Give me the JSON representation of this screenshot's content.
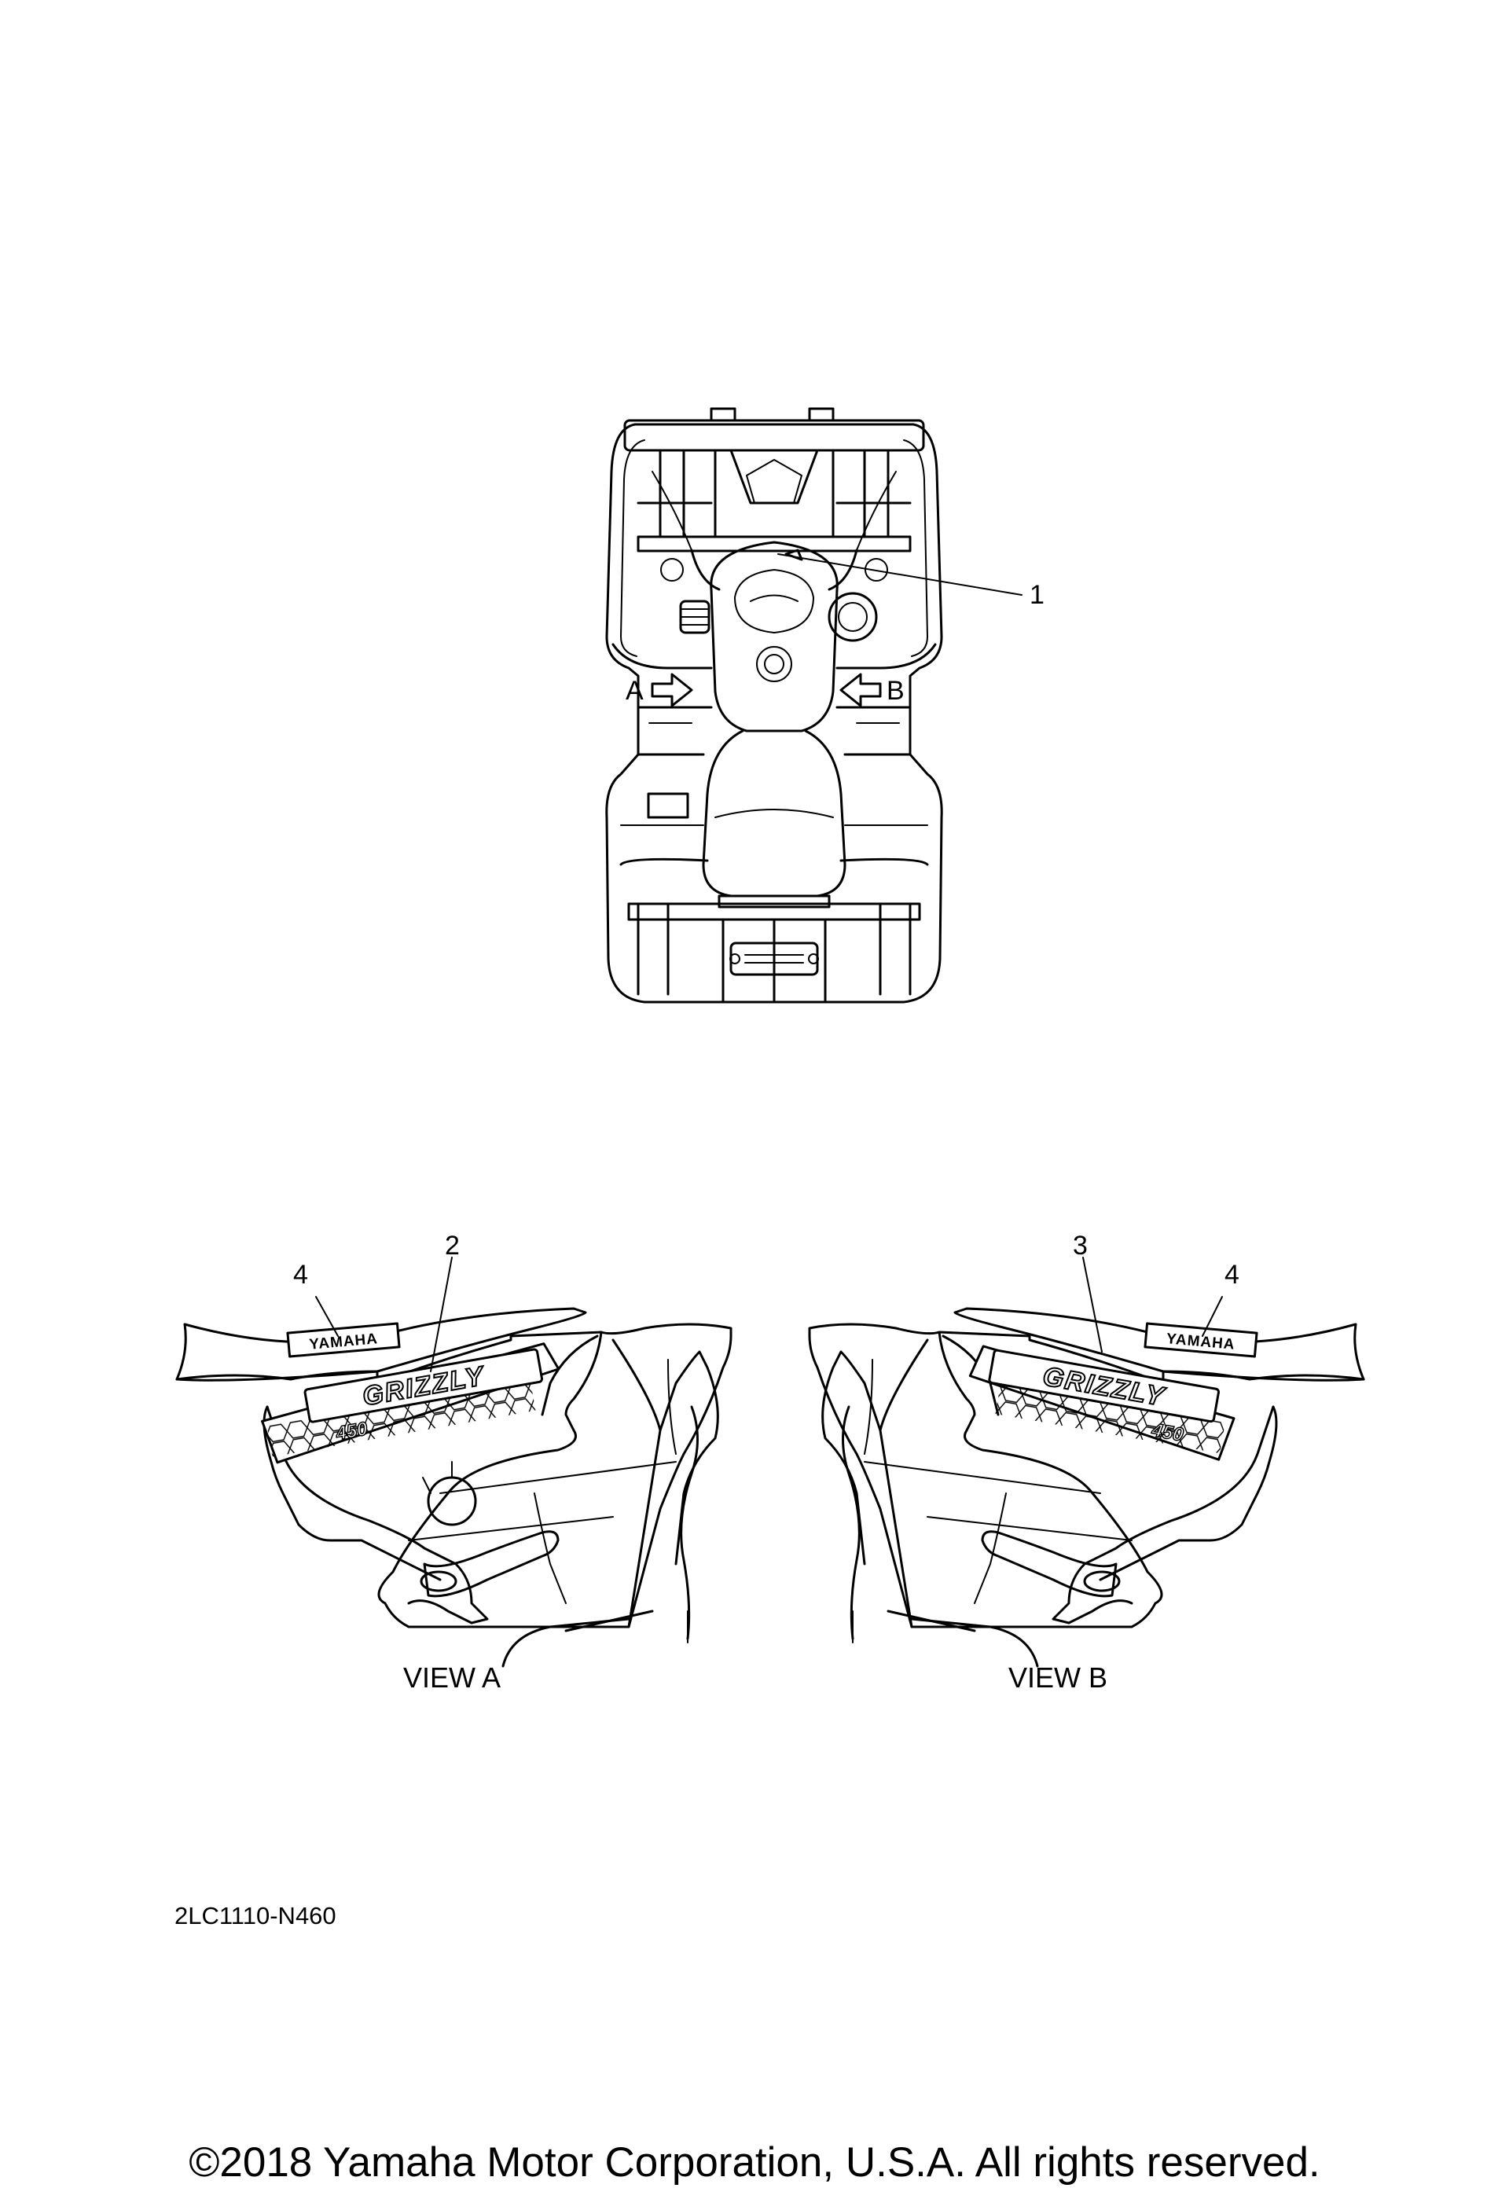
{
  "callouts": [
    {
      "id": "1",
      "text": "1"
    },
    {
      "id": "2",
      "text": "2"
    },
    {
      "id": "3",
      "text": "3"
    },
    {
      "id": "4a",
      "text": "4"
    },
    {
      "id": "4b",
      "text": "4"
    }
  ],
  "arrows": {
    "a": "A",
    "b": "B"
  },
  "views": {
    "a": "VIEW A",
    "b": "VIEW B"
  },
  "decals": {
    "brand": "YAMAHA",
    "model": "GRIZZLY",
    "displacement": "450"
  },
  "diagram_code": "2LC1110-N460",
  "copyright": "©2018 Yamaha Motor Corporation, U.S.A. All rights reserved."
}
